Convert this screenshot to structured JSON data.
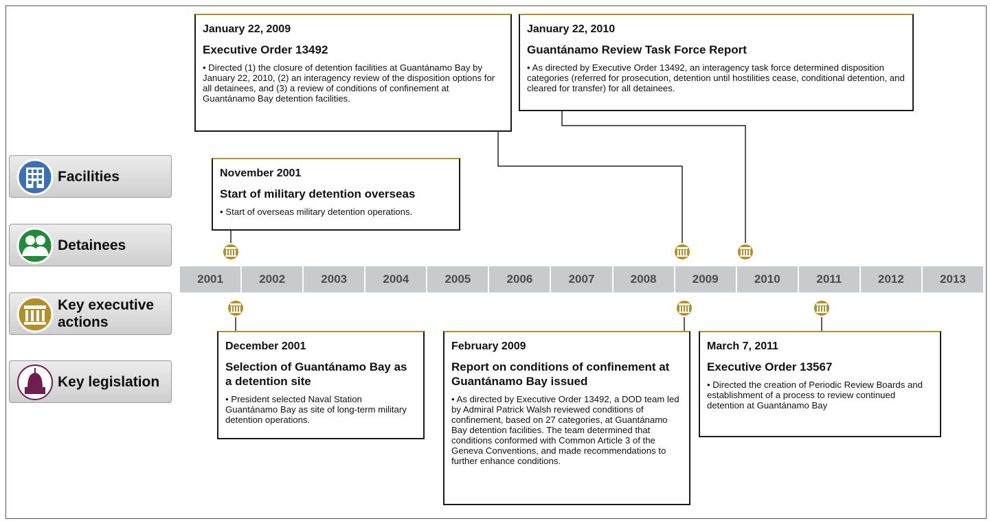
{
  "legend": [
    {
      "label": "Facilities",
      "icon": "building-icon",
      "color": "#3b6fb6"
    },
    {
      "label": "Detainees",
      "icon": "people-icon",
      "color": "#1f8a3a"
    },
    {
      "label": "Key executive actions",
      "icon": "columns-icon",
      "color": "#b58f2a"
    },
    {
      "label": "Key legislation",
      "icon": "capitol-dome-icon",
      "color": "#6e1f4f"
    }
  ],
  "years": [
    "2001",
    "2002",
    "2003",
    "2004",
    "2005",
    "2006",
    "2007",
    "2008",
    "2009",
    "2010",
    "2011",
    "2012",
    "2013"
  ],
  "events": {
    "eo13492": {
      "date": "January 22, 2009",
      "title": "Executive Order 13492",
      "body": "• Directed (1) the closure of detention facilities at Guantánamo Bay by January 22, 2010, (2) an interagency review of the disposition options for all detainees, and (3) a review of conditions of confinement at Guantánamo Bay detention facilities."
    },
    "taskforce": {
      "date": "January 22, 2010",
      "title": "Guantánamo Review Task Force Report",
      "body": "• As directed by Executive Order 13492, an interagency task force determined disposition categories (referred for prosecution, detention until hostilities cease, conditional detention, and cleared for transfer) for all detainees."
    },
    "nov2001": {
      "date": "November 2001",
      "title": "Start of military detention overseas",
      "body": "• Start of overseas military detention operations."
    },
    "dec2001": {
      "date": "December 2001",
      "title": "Selection of Guantánamo Bay as a detention site",
      "body": "• President selected Naval Station Guantánamo Bay as site of long-term military detention operations."
    },
    "feb2009": {
      "date": "February 2009",
      "title": "Report on conditions of confinement at Guantánamo Bay issued",
      "body": "• As directed by Executive Order 13492, a DOD team led by Admiral Patrick Walsh reviewed conditions of confinement, based on 27 categories, at Guantánamo Bay detention facilities.  The team determined that conditions conformed with Common Article 3 of the Geneva Conventions, and made recommendations to further enhance conditions."
    },
    "eo13567": {
      "date": "March 7, 2011",
      "title": "Executive Order 13567",
      "body": "• Directed the creation of Periodic Review Boards and establishment of a process to review continued detention at Guantánamo Bay"
    }
  }
}
